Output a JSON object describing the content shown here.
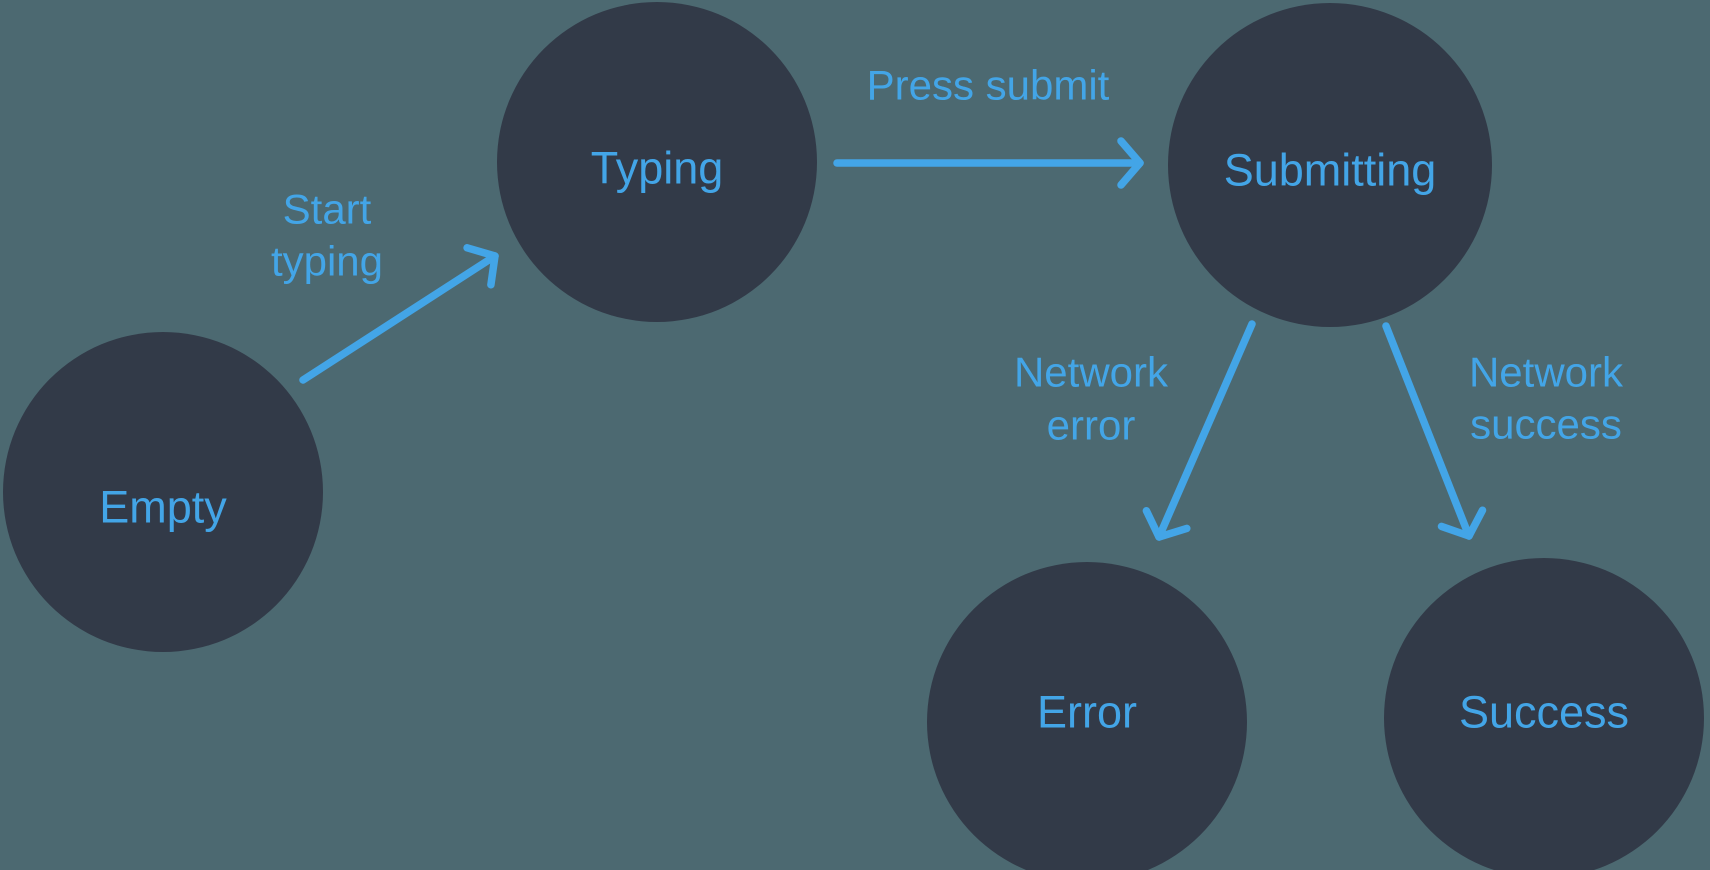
{
  "diagram_type": "state-machine",
  "colors": {
    "background": "#4C6971",
    "node_fill": "#323A48",
    "accent": "#43A5E7"
  },
  "nodes": [
    {
      "id": "empty",
      "label": "Empty"
    },
    {
      "id": "typing",
      "label": "Typing"
    },
    {
      "id": "submitting",
      "label": "Submitting"
    },
    {
      "id": "error",
      "label": "Error"
    },
    {
      "id": "success",
      "label": "Success"
    }
  ],
  "edges": [
    {
      "from": "empty",
      "to": "typing",
      "label": "Start typing",
      "lines": [
        "Start",
        "typing"
      ]
    },
    {
      "from": "typing",
      "to": "submitting",
      "label": "Press submit",
      "lines": [
        "Press submit"
      ]
    },
    {
      "from": "submitting",
      "to": "error",
      "label": "Network error",
      "lines": [
        "Network",
        "error"
      ]
    },
    {
      "from": "submitting",
      "to": "success",
      "label": "Network success",
      "lines": [
        "Network",
        "success"
      ]
    }
  ]
}
